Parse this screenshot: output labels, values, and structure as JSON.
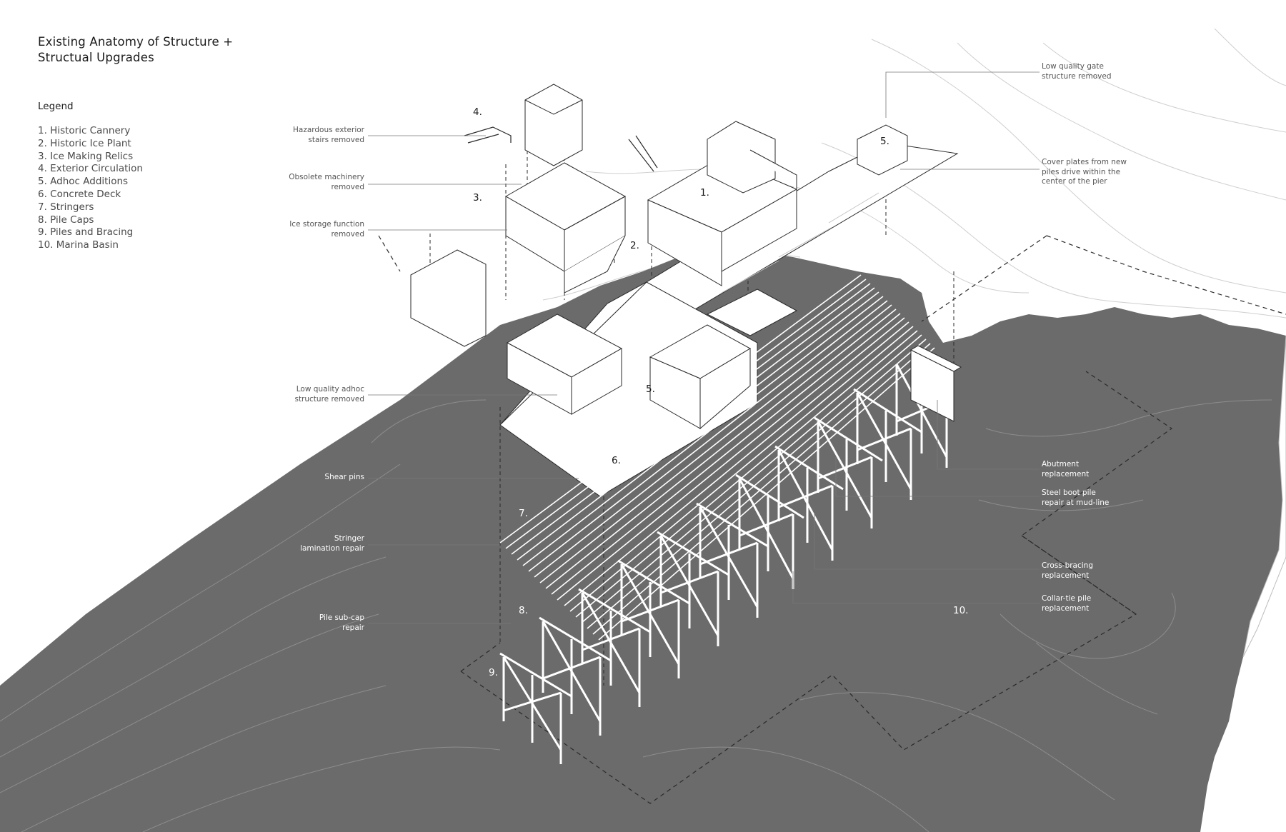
{
  "title": {
    "line1": "Existing Anatomy of Structure +",
    "line2": "Structual Upgrades"
  },
  "legend": {
    "heading": "Legend",
    "items": [
      "1. Historic Cannery",
      "2. Historic Ice Plant",
      "3. Ice Making Relics",
      "4. Exterior Circulation",
      "5. Adhoc Additions",
      "6. Concrete Deck",
      "7. Stringers",
      "8. Pile Caps",
      "9. Piles and Bracing",
      "10. Marina Basin"
    ]
  },
  "left_labels": {
    "stairs": [
      "Hazardous exterior",
      "stairs removed"
    ],
    "machinery": [
      "Obsolete machinery",
      "removed"
    ],
    "ice_storage": [
      "Ice storage function",
      "removed"
    ],
    "adhoc": [
      "Low quality adhoc",
      "structure removed"
    ],
    "shear": [
      "Shear pins"
    ],
    "stringer": [
      "Stringer",
      "lamination repair"
    ],
    "subcap": [
      "Pile sub-cap",
      "repair"
    ]
  },
  "right_labels": {
    "gate": [
      "Low quality gate",
      "structure removed"
    ],
    "cover": [
      "Cover plates from new",
      "piles drive within the",
      "center of the pier"
    ],
    "abutment": [
      "Abutment",
      "replacement"
    ],
    "steel_boot": [
      "Steel boot pile",
      "repair at mud-line"
    ],
    "cross_bracing": [
      "Cross-bracing",
      "replacement"
    ],
    "collar_tie": [
      "Collar-tie pile",
      "replacement"
    ]
  },
  "numbers": {
    "n1": "1.",
    "n2": "2.",
    "n3": "3.",
    "n4": "4.",
    "n5a": "5.",
    "n5b": "5.",
    "n6": "6.",
    "n7": "7.",
    "n8": "8.",
    "n9": "9.",
    "n10": "10."
  },
  "colors": {
    "ground": "#6b6b6b",
    "contour_light": "#cfcfcf",
    "line": "#2a2a2a",
    "paper": "#ffffff"
  }
}
